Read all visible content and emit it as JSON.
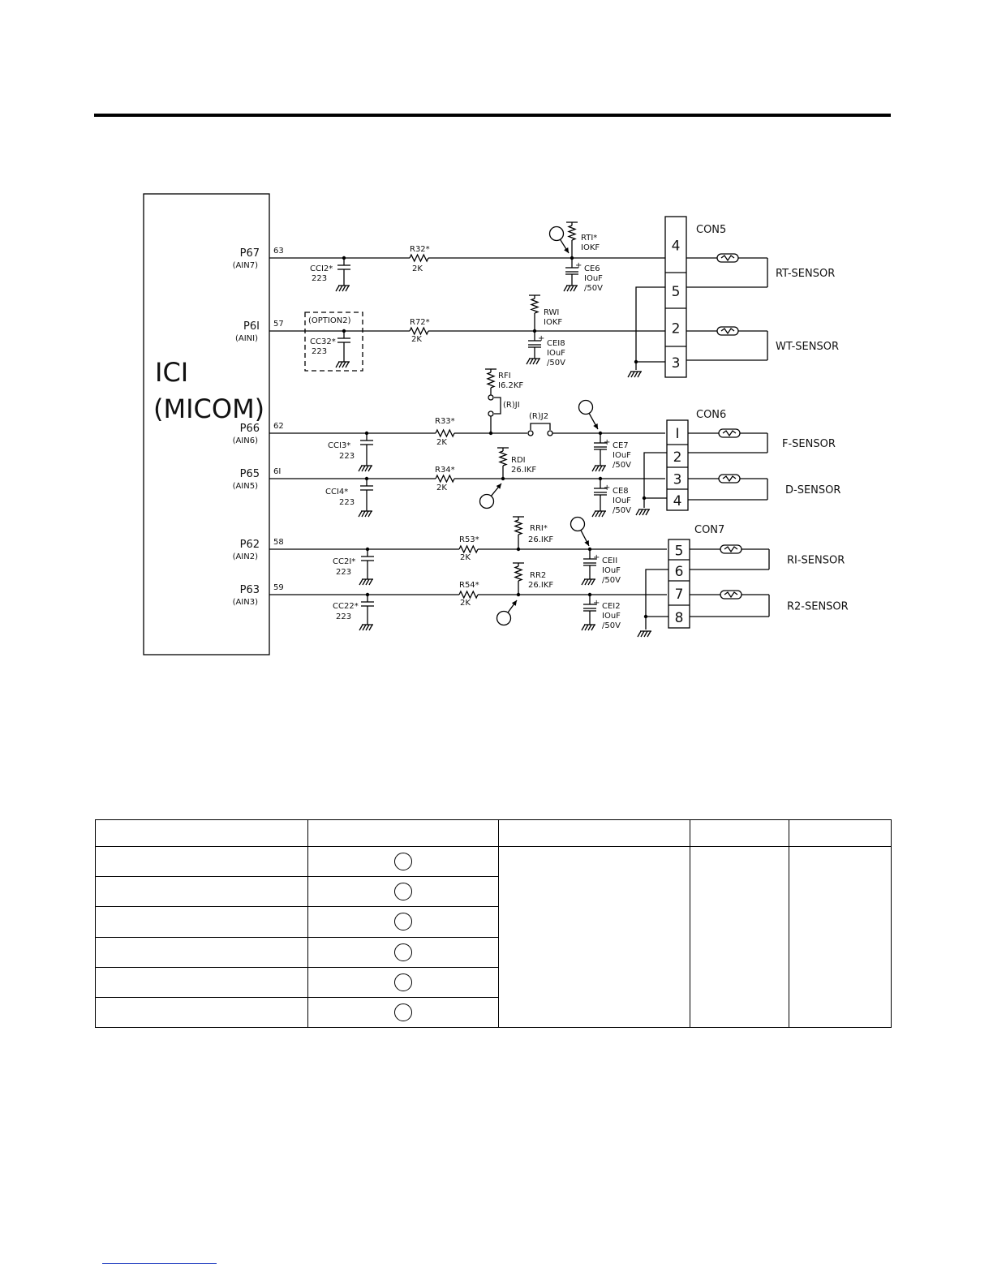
{
  "micom": {
    "line1": "ICI",
    "line2": "(MICOM)"
  },
  "pins": [
    {
      "port": "P67",
      "ain": "(AIN7)",
      "num": "63"
    },
    {
      "port": "P6I",
      "ain": "(AINI)",
      "num": "57"
    },
    {
      "port": "P66",
      "ain": "(AIN6)",
      "num": "62"
    },
    {
      "port": "P65",
      "ain": "(AIN5)",
      "num": "6I"
    },
    {
      "port": "P62",
      "ain": "(AIN2)",
      "num": "58"
    },
    {
      "port": "P63",
      "ain": "(AIN3)",
      "num": "59"
    }
  ],
  "ceramic_caps": [
    {
      "name": "CCI2*",
      "value": "223"
    },
    {
      "name": "CC32*",
      "value": "223"
    },
    {
      "name": "CCI3*",
      "value": "223"
    },
    {
      "name": "CCI4*",
      "value": "223"
    },
    {
      "name": "CC2I*",
      "value": "223"
    },
    {
      "name": "CC22*",
      "value": "223"
    }
  ],
  "option_label": "(OPTION2)",
  "series_resistors": [
    {
      "name": "R32*",
      "value": "2K"
    },
    {
      "name": "R72*",
      "value": "2K"
    },
    {
      "name": "R33*",
      "value": "2K"
    },
    {
      "name": "R34*",
      "value": "2K"
    },
    {
      "name": "R53*",
      "value": "2K"
    },
    {
      "name": "R54*",
      "value": "2K"
    }
  ],
  "pullups": [
    {
      "name": "RTI*",
      "value": "IOKF"
    },
    {
      "name": "RWI",
      "value": "IOKF"
    },
    {
      "name": "RFI",
      "value": "I6.2KF"
    },
    {
      "name": "RDI",
      "value": "26.IKF"
    },
    {
      "name": "RRI*",
      "value": "26.IKF"
    },
    {
      "name": "RR2",
      "value": "26.IKF"
    }
  ],
  "electrolytic_caps": [
    {
      "name": "CE6",
      "value": "IOuF",
      "voltage": "/50V"
    },
    {
      "name": "CEI8",
      "value": "IOuF",
      "voltage": "/50V"
    },
    {
      "name": "CE7",
      "value": "IOuF",
      "voltage": "/50V"
    },
    {
      "name": "CE8",
      "value": "IOuF",
      "voltage": "/50V"
    },
    {
      "name": "CEII",
      "value": "IOuF",
      "voltage": "/50V"
    },
    {
      "name": "CEI2",
      "value": "IOuF",
      "voltage": "/50V"
    }
  ],
  "plus_sign": "+",
  "jumpers": {
    "j1": "(R)JI",
    "j2": "(R)J2"
  },
  "connectors": [
    {
      "name": "CON5",
      "pins": [
        "4",
        "5",
        "2",
        "3"
      ],
      "sensors": [
        "RT-SENSOR",
        "WT-SENSOR"
      ]
    },
    {
      "name": "CON6",
      "pins": [
        "I",
        "2",
        "3",
        "4"
      ],
      "sensors": [
        "F-SENSOR",
        "D-SENSOR"
      ]
    },
    {
      "name": "CON7",
      "pins": [
        "5",
        "6",
        "7",
        "8"
      ],
      "sensors": [
        "RI-SENSOR",
        "R2-SENSOR"
      ]
    }
  ],
  "table": {
    "rows": 6,
    "circle_column": 2
  }
}
